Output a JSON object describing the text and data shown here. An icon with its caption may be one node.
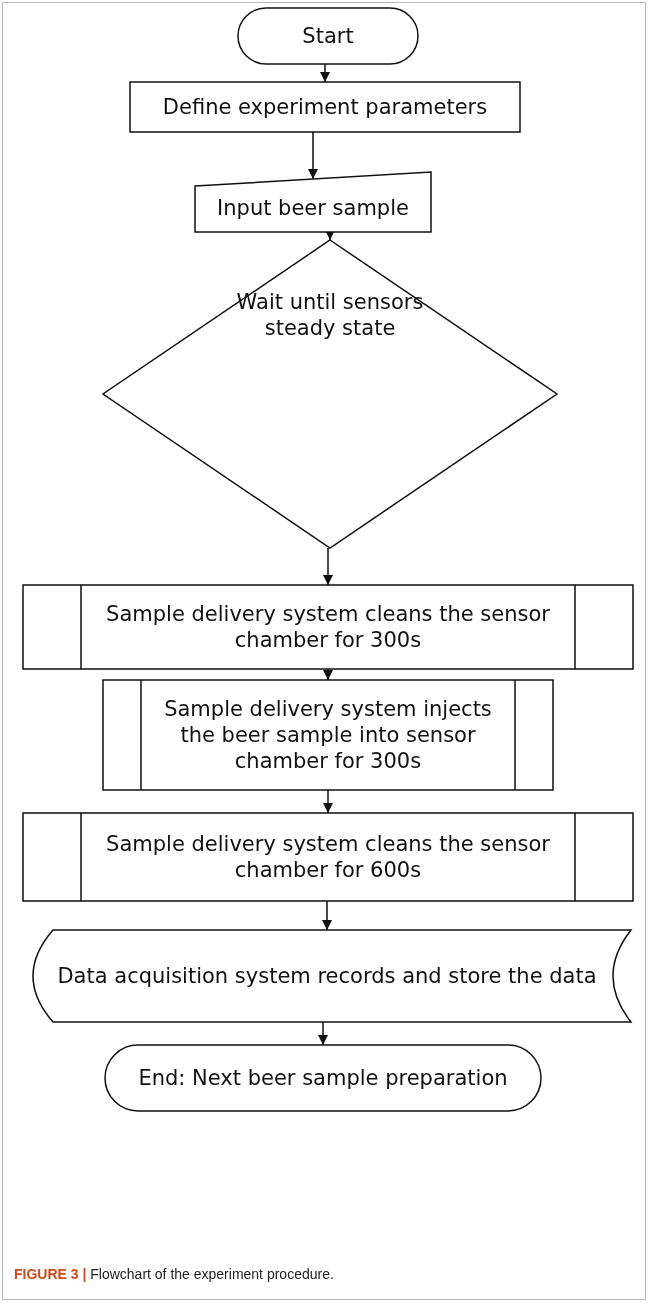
{
  "diagram": {
    "caption": "**FIGURE 3 |** Flowchart of the experiment procedure.",
    "nodes": [
      {
        "text": [
          "Start"
        ]
      },
      {
        "text": [
          "Define experiment parameters"
        ]
      },
      {
        "text": [
          "Input beer sample"
        ]
      },
      {
        "text": [
          "Wait until sensors steady state"
        ]
      },
      {
        "text": [
          "Sample delivery system cleans the sensor chamber for 300s"
        ]
      },
      {
        "text": [
          "Sample delivery system injects the beer sample into sensor chamber for 300s"
        ]
      },
      {
        "text": [
          "Sample delivery system cleans the sensor chamber for 600s"
        ]
      },
      {
        "text": [
          "Data acquisition system records and store the data"
        ]
      },
      {
        "text": [
          "End: Next beer sample preparation"
        ]
      }
    ],
    "edges": [
      {
        "from": 0,
        "to": 1,
        "arrow": "to"
      },
      {
        "from": 1,
        "to": 2,
        "arrow": "to"
      },
      {
        "from": 2,
        "to": 3,
        "arrow": "to"
      },
      {
        "from": 3,
        "to": 4,
        "arrow": "to"
      },
      {
        "from": 4,
        "to": 5,
        "arrow": "to"
      },
      {
        "from": 5,
        "to": 6,
        "arrow": "to"
      },
      {
        "from": 6,
        "to": 7,
        "arrow": "to"
      },
      {
        "from": 7,
        "to": 8,
        "arrow": "to"
      }
    ]
  }
}
